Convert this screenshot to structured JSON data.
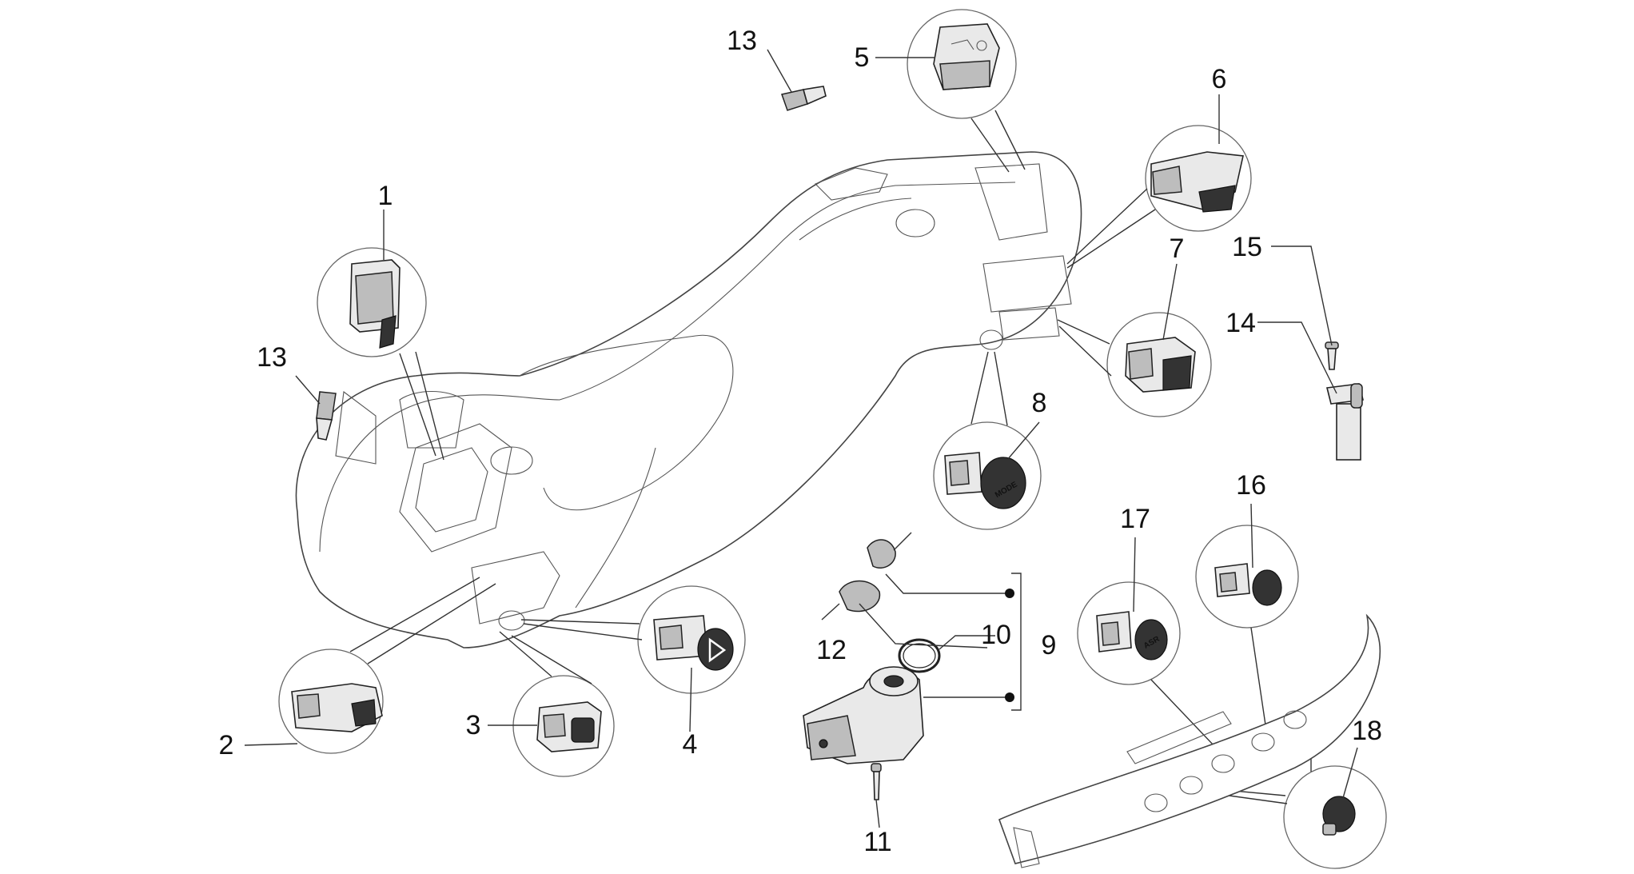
{
  "diagram": {
    "labels": {
      "n1": "1",
      "n2": "2",
      "n3": "3",
      "n4": "4",
      "n5": "5",
      "n6": "6",
      "n7": "7",
      "n8": "8",
      "n9": "9",
      "n10": "10",
      "n11": "11",
      "n12": "12",
      "n13a": "13",
      "n13b": "13",
      "n14": "14",
      "n15": "15",
      "n16": "16",
      "n17": "17",
      "n18": "18"
    },
    "button_text": {
      "mode": "MODE",
      "asr": "ASR"
    }
  }
}
